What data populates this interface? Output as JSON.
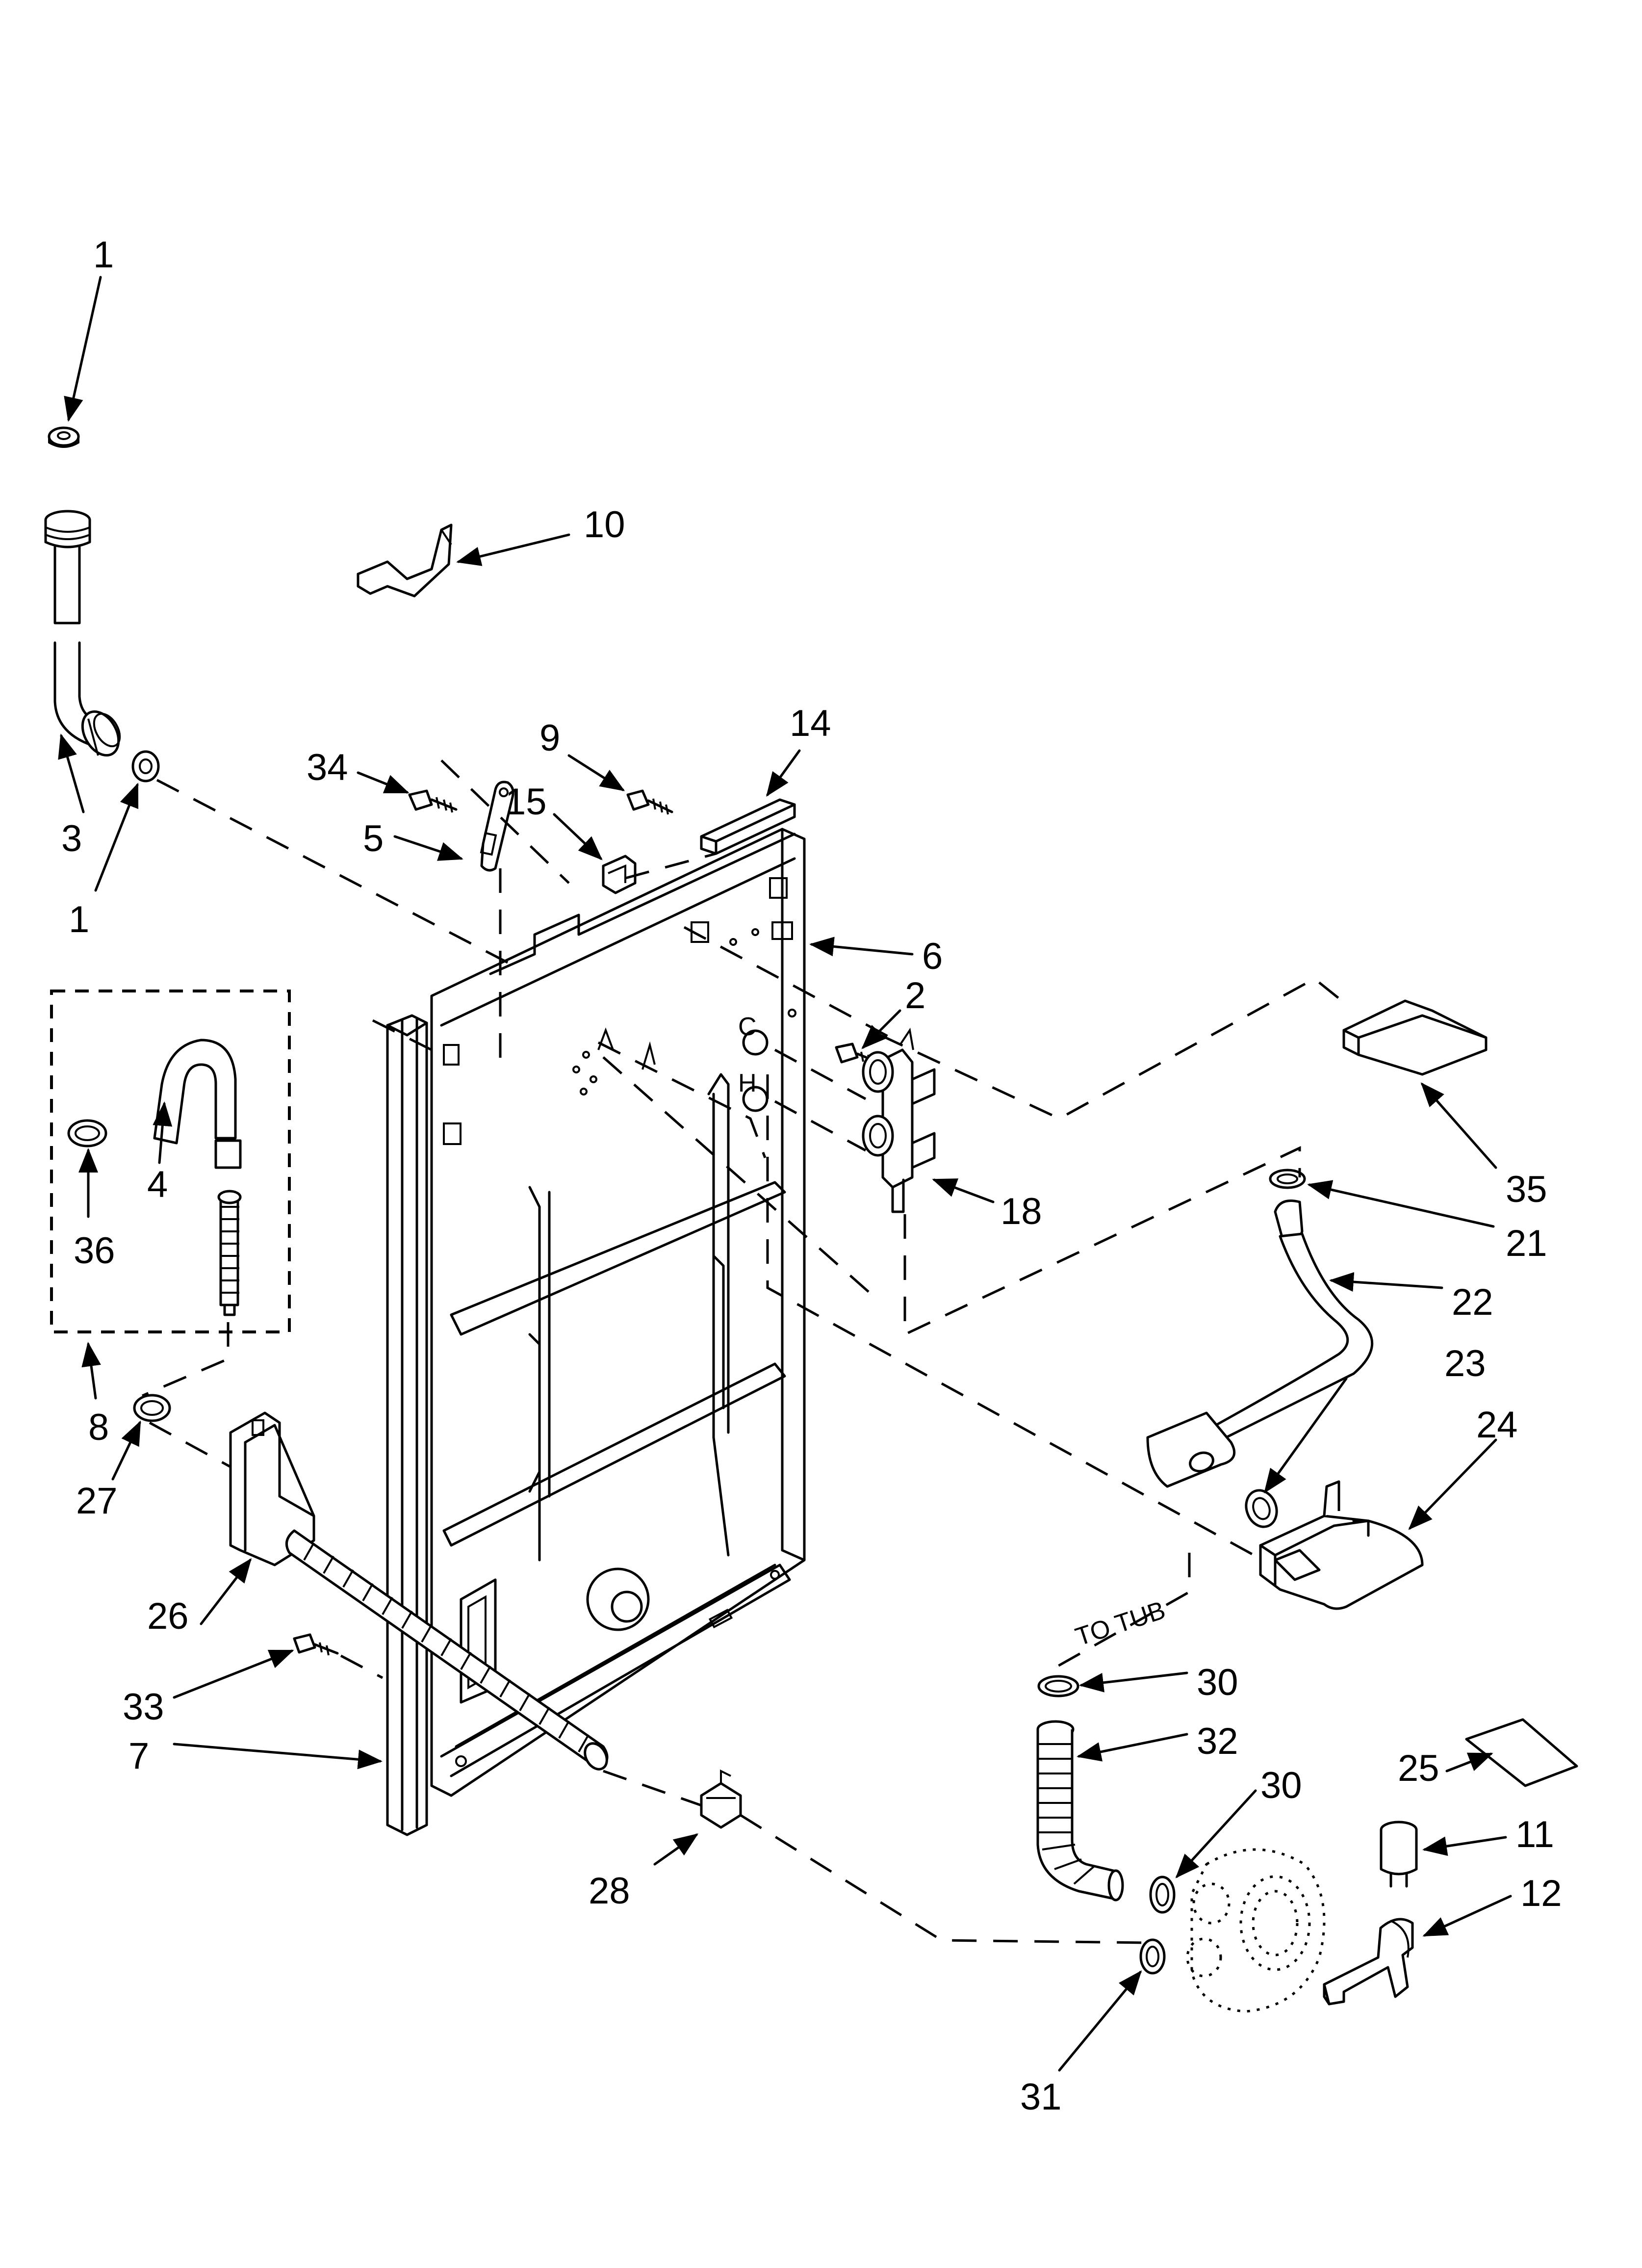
{
  "callouts": {
    "c1a": "1",
    "c10": "10",
    "c3": "3",
    "c1b": "1",
    "c34": "34",
    "c9": "9",
    "c14": "14",
    "c15": "15",
    "c5": "5",
    "c6": "6",
    "c2": "2",
    "c4": "4",
    "c36": "36",
    "c8": "8",
    "c18": "18",
    "c35": "35",
    "c21": "21",
    "c22": "22",
    "c23": "23",
    "c24": "24",
    "c27": "27",
    "c26": "26",
    "c33": "33",
    "c7": "7",
    "c30a": "30",
    "c32": "32",
    "c30b": "30",
    "c25": "25",
    "c11": "11",
    "c12": "12",
    "c28": "28",
    "c31": "31"
  },
  "notes": {
    "to_tub": "TO TUB",
    "valve_cold": "C",
    "valve_hot": "H"
  }
}
